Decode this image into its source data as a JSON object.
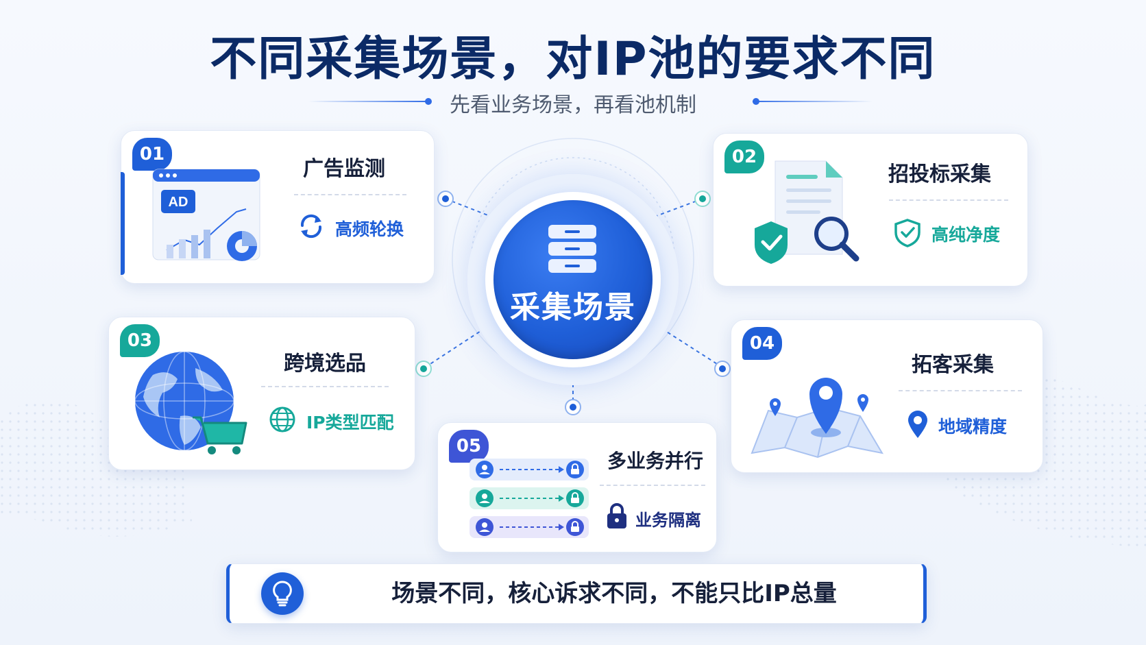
{
  "title": "不同采集场景，对IP池的要求不同",
  "subtitle": "先看业务场景，再看池机制",
  "center": {
    "label": "采集场景",
    "icon": "server-stack-icon"
  },
  "scenarios": [
    {
      "num": "01",
      "title": "广告监测",
      "key": "高频轮换",
      "illustration": "ad-dashboard-icon",
      "key_icon": "refresh-icon",
      "color": "#1f5fd8"
    },
    {
      "num": "02",
      "title": "招投标采集",
      "key": "高纯净度",
      "illustration": "document-search-icon",
      "key_icon": "shield-check-icon",
      "color": "#16a89a"
    },
    {
      "num": "03",
      "title": "跨境选品",
      "key": "IP类型匹配",
      "illustration": "globe-cart-icon",
      "key_icon": "globe-icon",
      "color": "#16a89a"
    },
    {
      "num": "04",
      "title": "拓客采集",
      "key": "地域精度",
      "illustration": "map-pin-icon",
      "key_icon": "location-pin-icon",
      "color": "#1f5fd8"
    },
    {
      "num": "05",
      "title": "多业务并行",
      "key": "业务隔离",
      "illustration": "user-lock-rows-icon",
      "key_icon": "lock-icon",
      "color": "#3e55d6"
    }
  ],
  "ad_badge": "AD",
  "bottom": {
    "text": "场景不同，核心诉求不同，不能只比IP总量",
    "icon": "lightbulb-icon"
  },
  "colors": {
    "primary": "#1f5fd8",
    "teal": "#16a89a",
    "indigo": "#3e55d6",
    "navy": "#0b2a66"
  }
}
